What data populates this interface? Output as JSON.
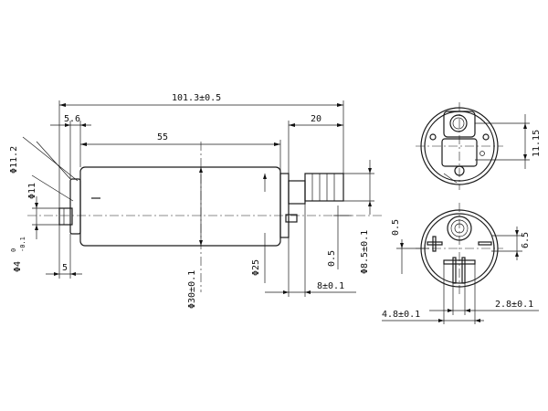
{
  "dimensions": {
    "overall_length": "101.3±0.5",
    "d_5_6": "5.6",
    "d_55": "55",
    "d_20": "20",
    "d_phi11_2": "Φ11.2",
    "d_phi11": "Φ11",
    "d_phi4": "Φ4",
    "d_phi4_tol_upper": "0",
    "d_phi4_tol_lower": "-0.1",
    "d_5": "5",
    "d_phi30": "Φ30±0.1",
    "d_phi25": "Φ25",
    "d_0_5_side": "0.5",
    "d_8": "8±0.1",
    "d_phi8_5": "Φ8.5±0.1",
    "d_11_15": "11.15",
    "d_0_5_end": "0.5",
    "d_6_5": "6.5",
    "d_4_8": "4.8±0.1",
    "d_2_8": "2.8±0.1"
  }
}
